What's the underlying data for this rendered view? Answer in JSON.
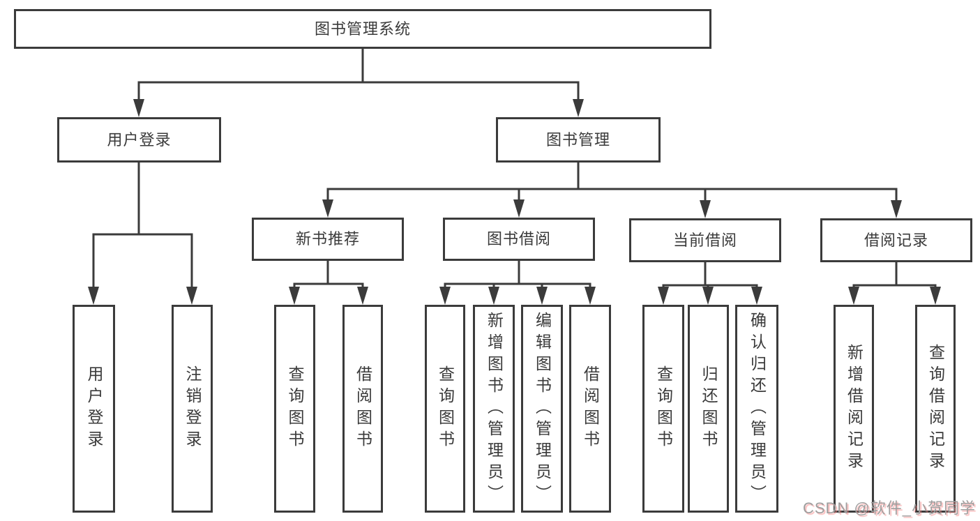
{
  "diagram": {
    "root": {
      "label": "图书管理系统"
    },
    "level2": [
      {
        "label": "用户登录"
      },
      {
        "label": "图书管理"
      }
    ],
    "level3": [
      {
        "label": "新书推荐"
      },
      {
        "label": "图书借阅"
      },
      {
        "label": "当前借阅"
      },
      {
        "label": "借阅记录"
      }
    ],
    "leaves": [
      {
        "label": "用户登录"
      },
      {
        "label": "注销登录"
      },
      {
        "label": "查询图书"
      },
      {
        "label": "借阅图书"
      },
      {
        "label": "查询图书"
      },
      {
        "label": "新增图书（管理员）"
      },
      {
        "label": "编辑图书（管理员）"
      },
      {
        "label": "借阅图书"
      },
      {
        "label": "查询图书"
      },
      {
        "label": "归还图书"
      },
      {
        "label": "确认归还（管理员）"
      },
      {
        "label": "新增借阅记录"
      },
      {
        "label": "查询借阅记录"
      }
    ]
  },
  "watermark": {
    "text": "CSDN @软件_小贺同学"
  },
  "colors": {
    "line": "#3b3b3b",
    "box_border": "#3b3b3b",
    "box_fill": "#ffffff",
    "text": "#3a3a3a",
    "watermark_text": "#9e9e9e",
    "watermark_shadow": "#f68080",
    "background": "#ffffff"
  }
}
